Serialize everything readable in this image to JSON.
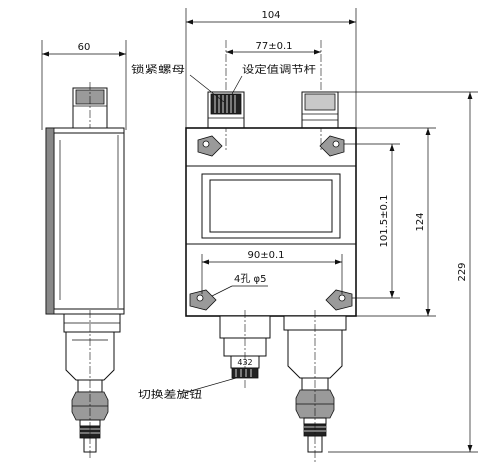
{
  "dimensions": {
    "side_width": "60",
    "overall_width": "104",
    "knob_spacing": "77±0.1",
    "hole_spacing_horizontal": "90±0.1",
    "hole_spacing_vertical": "101.5±0.1",
    "body_height": "124",
    "overall_height": "229"
  },
  "labels": {
    "lock_nut": "锁紧螺母",
    "setpoint_rod": "设定值调节杆",
    "mounting_holes": "4孔 φ5",
    "diff_knob": "切换差旋钮",
    "scale_mark": "432"
  }
}
